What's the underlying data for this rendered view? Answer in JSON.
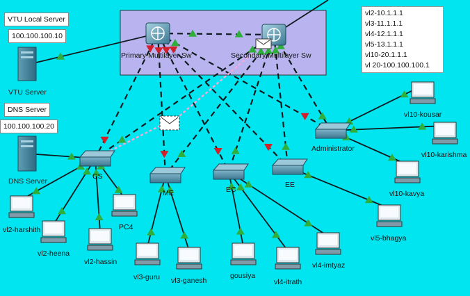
{
  "devices": {
    "vtu_server": {
      "label": "VTU Server",
      "note": "VTU Local Server",
      "ip": "100.100.100.10"
    },
    "dns_server": {
      "label": "DNS Server",
      "note": "DNS Server",
      "ip": "100.100.100.20"
    },
    "primary_ml": {
      "label": "Primary Multilayer Sw"
    },
    "secondary_ml": {
      "label": "Secondary Multilayer Sw"
    },
    "cs": {
      "label": "CS"
    },
    "me": {
      "label": "ME"
    },
    "ec": {
      "label": "EC"
    },
    "ee": {
      "label": "EE"
    },
    "admin": {
      "label": "Administrator"
    }
  },
  "pcs": [
    {
      "label": "vl2-harshith"
    },
    {
      "label": "vl2-heena"
    },
    {
      "label": "vl2-hassin"
    },
    {
      "label": "PC4"
    },
    {
      "label": "vl3-guru"
    },
    {
      "label": "vl3-ganesh"
    },
    {
      "label": "gousiya"
    },
    {
      "label": "vl4-itrath"
    },
    {
      "label": "vl4-imtyaz"
    },
    {
      "label": "vl5-bhagya"
    },
    {
      "label": "vl10-kavya"
    },
    {
      "label": "vl10-kousar"
    },
    {
      "label": "vl10-karishma"
    }
  ],
  "vlan_table": [
    "vl2-10.1.1.1",
    "vl3-11.1.1.1",
    "vl4-12.1.1.1",
    "vl5-13.1.1.1",
    "vl10-20.1.1.1",
    "vl 20-100.100.100.1"
  ],
  "colors": {
    "background": "#00e5ef",
    "core_box": "#b9b4f0",
    "link_up": "#2fae3c",
    "link_down": "#d21f2a"
  }
}
